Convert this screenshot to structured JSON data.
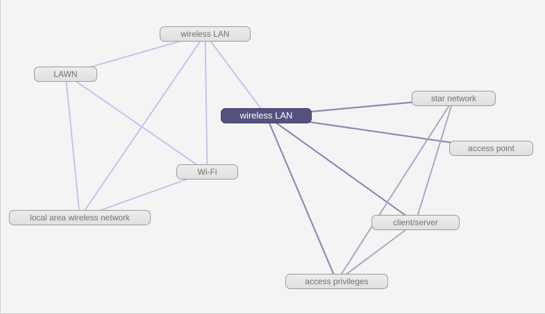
{
  "colors": {
    "center_fill": "#55527f",
    "edge_left": "#c4c2ec",
    "edge_right": "#a9a6cc",
    "edge_hub": "#8b88b8"
  },
  "nodes": [
    {
      "id": "wlan-top",
      "label": "wireless LAN",
      "group": "left"
    },
    {
      "id": "lawn",
      "label": "LAWN",
      "group": "left"
    },
    {
      "id": "wifi",
      "label": "Wi-Fi",
      "group": "left"
    },
    {
      "id": "lawn-full",
      "label": "local area wireless network",
      "group": "left"
    },
    {
      "id": "wlan-center",
      "label": "wireless LAN",
      "group": "center"
    },
    {
      "id": "star",
      "label": "star network",
      "group": "right"
    },
    {
      "id": "ap",
      "label": "access point",
      "group": "right"
    },
    {
      "id": "cs",
      "label": "client/server",
      "group": "right"
    },
    {
      "id": "priv",
      "label": "access privileges",
      "group": "right"
    }
  ],
  "edges": [
    [
      "wlan-top",
      "lawn"
    ],
    [
      "wlan-top",
      "wifi"
    ],
    [
      "wlan-top",
      "lawn-full"
    ],
    [
      "wlan-top",
      "wlan-center"
    ],
    [
      "lawn",
      "wifi"
    ],
    [
      "lawn",
      "lawn-full"
    ],
    [
      "wifi",
      "lawn-full"
    ],
    [
      "wlan-center",
      "star"
    ],
    [
      "wlan-center",
      "ap"
    ],
    [
      "wlan-center",
      "cs"
    ],
    [
      "wlan-center",
      "priv"
    ],
    [
      "star",
      "cs"
    ],
    [
      "star",
      "priv"
    ],
    [
      "cs",
      "priv"
    ]
  ]
}
